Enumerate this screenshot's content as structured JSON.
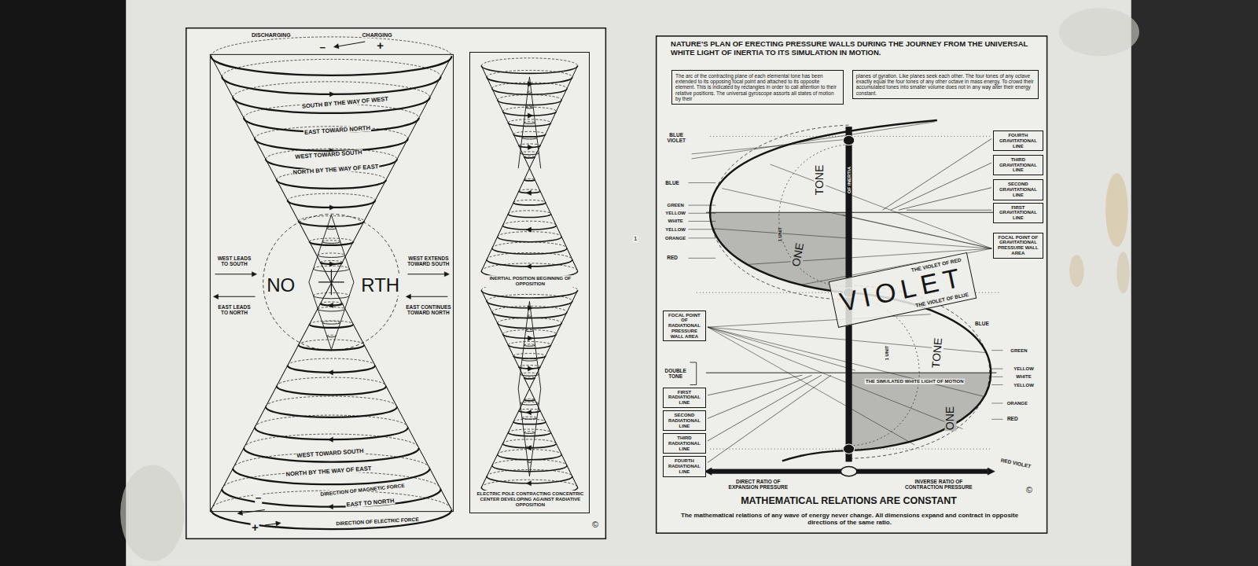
{
  "diagram": {
    "title": "NATURE'S PLAN OF ERECTING PRESSURE WALLS DURING THE JOURNEY FROM THE UNIVERSAL WHITE LIGHT OF INERTIA TO ITS SIMULATION IN MOTION.",
    "caption": "The mathematical relations of any wave of energy never change. All dimensions expand and contract in opposite directions of the same ratio.",
    "nodes": [
      {
        "text": [
          "INERTIAL POSITION BEGINNING OF OPPOSITION",
          "ELECTRIC POLE CONTRACTING CONCENTRIC CENTER DEVELOPING AGAINST RADIATIVE OPPOSITION"
        ]
      },
      {
        "text": [
          "The arc of the contracting plane of each elemental tone has been extended to its opposing focal point and attached to its opposite element. This is indicated by rectangles in order to call attention to their relative positions. The universal gyroscope assorts all states of motion by their"
        ]
      },
      {
        "text": [
          "planes of gyration. Like planes seek each other. The four tones of any octave exactly equal the four tones of any other octave in mass energy. To crowd their accumulated tones into smaller volume does not in any way alter their energy constant."
        ]
      },
      {
        "text": [
          "FOURTH GRAVITATIONAL LINE"
        ]
      },
      {
        "text": [
          "THIRD GRAVITATIONAL LINE"
        ]
      },
      {
        "text": [
          "SECOND GRAVITATIONAL LINE"
        ]
      },
      {
        "text": [
          "FIRST GRAVITATIONAL LINE"
        ]
      },
      {
        "text": [
          "FOCAL POINT OF GRAVITATIONAL PRESSURE WALL AREA"
        ]
      },
      {
        "text": [
          "FOCAL POINT OF RADIATIONAL PRESSURE WALL AREA"
        ]
      },
      {
        "text": [
          "FIRST RADIATIONAL LINE"
        ]
      },
      {
        "text": [
          "SECOND RADIATIONAL LINE"
        ]
      },
      {
        "text": [
          "THIRD RADIATIONAL LINE"
        ]
      },
      {
        "text": [
          "FOURTH RADIATIONAL LINE"
        ]
      },
      {
        "text": [
          "THE VIOLET OF RED",
          "VIOLET",
          "THE VIOLET OF BLUE"
        ]
      }
    ],
    "labels": [
      "DISCHARGING",
      "CHARGING",
      "−",
      "+",
      "SOUTH BY THE WAY OF WEST",
      "EAST TOWARD NORTH",
      "WEST TOWARD SOUTH",
      "NORTH BY THE WAY OF EAST",
      "NO",
      "RTH",
      "WEST LEADS TO SOUTH",
      "EAST LEADS TO NORTH",
      "WEST EXTENDS TOWARD SOUTH",
      "EAST CONTINUES TOWARD NORTH",
      "WEST TOWARD SOUTH",
      "NORTH BY THE WAY OF EAST",
      "DIRECTION OF MAGNETIC FORCE",
      "−",
      "EAST TO NORTH",
      "DIRECTION OF ELECTRIC FORCE",
      "+",
      "©",
      "1",
      "BLUE VIOLET",
      "BLUE",
      "GREEN",
      "YELLOW",
      "WHITE",
      "YELLOW",
      "ORANGE",
      "RED",
      "DOUBLE TONE",
      "BLUE",
      "GREEN",
      "YELLOW",
      "WHITE",
      "YELLOW",
      "ORANGE",
      "RED",
      "RED VIOLET",
      "TONE",
      "ONE",
      "1 UNIT",
      "TONE",
      "ONE",
      "1 UNIT",
      "OF INERTIA",
      "THE SIMULATED WHITE LIGHT OF MOTION",
      "DIRECT RATIO OF EXPANSION PRESSURE",
      "INVERSE RATIO OF CONTRACTION PRESSURE",
      "©",
      "MATHEMATICAL RELATIONS ARE CONSTANT"
    ]
  }
}
